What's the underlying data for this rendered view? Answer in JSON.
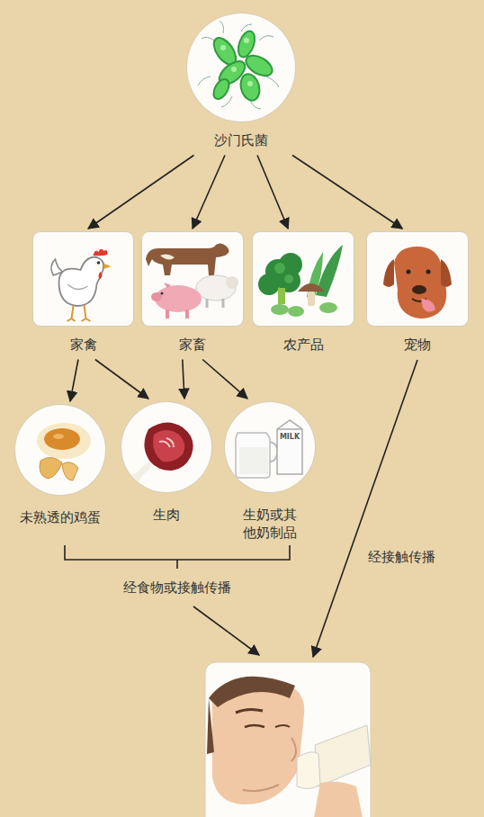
{
  "diagram": {
    "nodes": [
      {
        "text": [
          "沙门氏菌"
        ]
      },
      {
        "text": [
          "家禽"
        ]
      },
      {
        "text": [
          "家畜"
        ]
      },
      {
        "text": [
          "农产品"
        ]
      },
      {
        "text": [
          "宠物"
        ]
      },
      {
        "text": [
          "未熟透的鸡蛋"
        ]
      },
      {
        "text": [
          "生肉"
        ]
      },
      {
        "text": [
          "生奶或其他奶制品"
        ]
      }
    ],
    "edges": [
      {
        "from": 0,
        "to": 1,
        "arrow": "to"
      },
      {
        "from": 0,
        "to": 2,
        "arrow": "to"
      },
      {
        "from": 0,
        "to": 3,
        "arrow": "to"
      },
      {
        "from": 0,
        "to": 4,
        "arrow": "to"
      },
      {
        "from": 1,
        "to": 5,
        "arrow": "to"
      },
      {
        "from": 1,
        "to": 6,
        "arrow": "to"
      },
      {
        "from": 2,
        "to": 6,
        "arrow": "to"
      },
      {
        "from": 2,
        "to": 7,
        "arrow": "to"
      }
    ],
    "labels": [
      "经食物或接触传播",
      "经接触传播",
      "MILK"
    ]
  }
}
